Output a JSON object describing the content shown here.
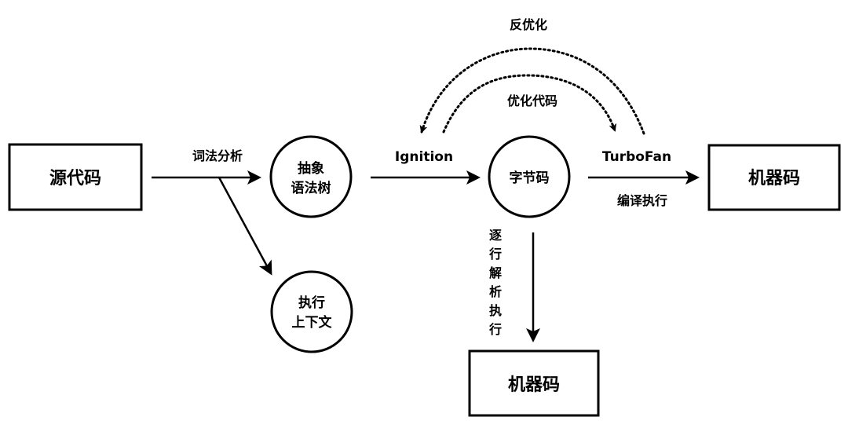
{
  "nodes": {
    "source_code": "源代码",
    "ast_line1": "抽象",
    "ast_line2": "语法树",
    "exec_context_line1": "执行",
    "exec_context_line2": "上下文",
    "bytecode": "字节码",
    "machine_code_right": "机器码",
    "machine_code_bottom": "机器码"
  },
  "edges": {
    "lexical_analysis": "词法分析",
    "ignition": "Ignition",
    "turbofan": "TurboFan",
    "compile_execute": "编译执行",
    "interpret_vertical": [
      "逐",
      "行",
      "解",
      "析",
      "执",
      "行"
    ],
    "deoptimize": "反优化",
    "optimize_code": "优化代码"
  }
}
